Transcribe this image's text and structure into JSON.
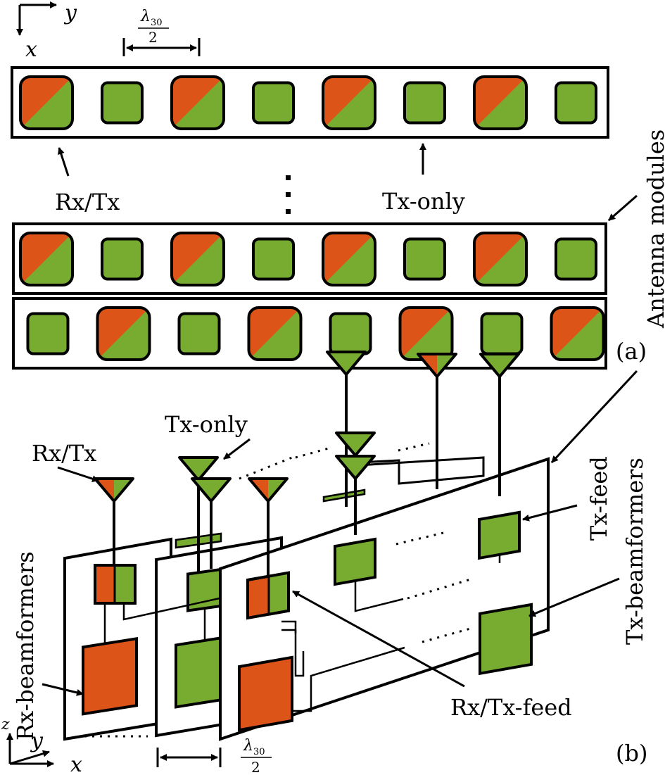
{
  "labels": {
    "lambda_sym": "λ",
    "lambda_sub": "30",
    "lambda_den": "2",
    "axis_x": "x",
    "axis_y": "y",
    "axis_z": "z",
    "rx_tx": "Rx/Tx",
    "tx_only": "Tx-only",
    "antenna_modules": "Antenna modules",
    "panel_a": "(a)",
    "panel_b": "(b)",
    "rx_beamformers": "Rx-beamformers",
    "tx_beamformers": "Tx-beamformers",
    "tx_feed": "Tx-feed",
    "rx_tx_feed": "Rx/Tx-feed",
    "rx_tx_b": "Rx/Tx",
    "tx_only_b": "Tx-only"
  },
  "colors": {
    "orange": "#DD5418",
    "green": "#77AC30",
    "outline": "#000000"
  },
  "module_patterns": {
    "top": [
      "rxtx",
      "tx",
      "rxtx",
      "tx",
      "rxtx",
      "tx",
      "rxtx",
      "tx"
    ],
    "middle": [
      "rxtx",
      "tx",
      "rxtx",
      "tx",
      "rxtx",
      "tx",
      "rxtx",
      "tx"
    ],
    "bottom": [
      "tx",
      "rxtx",
      "tx",
      "rxtx",
      "tx",
      "rxtx",
      "tx",
      "rxtx"
    ]
  }
}
